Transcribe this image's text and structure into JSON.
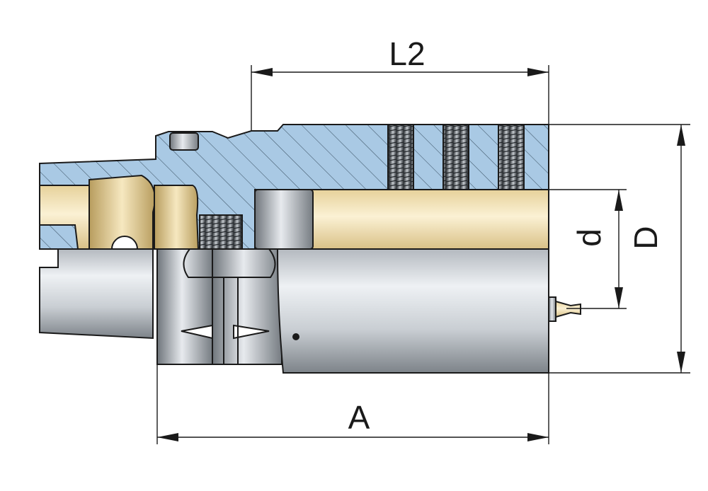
{
  "dimensions": {
    "l2": "L2",
    "a": "A",
    "d_small": "d",
    "d_large": "D"
  },
  "colors": {
    "section_hatch_fill": "#a9c9e4",
    "brass_light": "#f4e8c4",
    "brass_dark": "#c8b27a",
    "steel_light": "#eef1f4",
    "steel_dark": "#7d8389",
    "outline": "#1a1a1a"
  },
  "parts": {
    "body": "tool-holder-body",
    "clamping_screws": 3,
    "grease_nipple": "grease-nipple"
  }
}
